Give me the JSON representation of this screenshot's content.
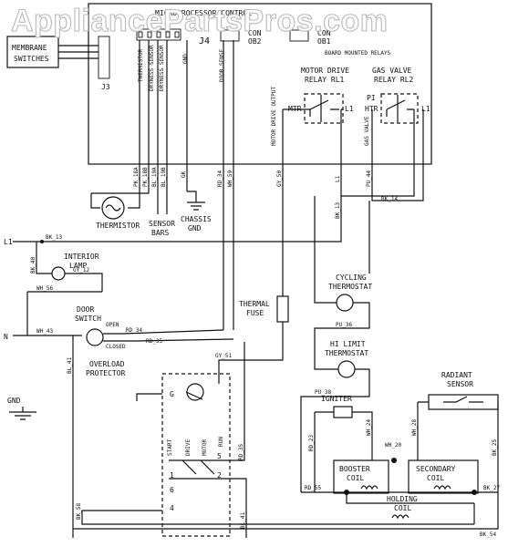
{
  "watermark": "AppliancePartsPros.com",
  "labels": {
    "microprocessor": "MICROPROCESSOR CONTROL",
    "membrane": "MEMBRANE",
    "switches": "SWITCHES",
    "j3": "J3",
    "j4": "J4",
    "conn_ob2": "CON",
    "ob2": "OB2",
    "conn_ob1": "CON",
    "ob1": "OB1",
    "board_relays": "BOARD MOUNTED RELAYS",
    "thermistor_pin": "THERMISTOR",
    "dryness1_pin": "DRYNESS SENSOR",
    "dryness2_pin": "DRYNESS SENSOR",
    "gnd_pin": "GND",
    "door_pin": "DOOR SENSE",
    "motor_relay_1": "MOTOR DRIVE",
    "motor_relay_2": "RELAY RL1",
    "gas_relay_1": "GAS VALVE",
    "gas_relay_2": "RELAY RL2",
    "mtr": "MTR",
    "l1_relay1": "L1",
    "pi": "PI",
    "htr": "HTR",
    "l1_relay2": "L1",
    "motor_drive_output": "MOTOR DRIVE OUTPUT",
    "gas_valve_v": "GAS VALVE",
    "thermistor": "THERMISTOR",
    "sensor": "SENSOR",
    "bars": "BARS",
    "chassis": "CHASSIS",
    "gnd_label": "GND",
    "l1": "L1",
    "n": "N",
    "interior": "INTERIOR",
    "lamp": "LAMP",
    "door": "DOOR",
    "switch": "SWITCH",
    "open": "OPEN",
    "closed": "CLOSED",
    "thermal": "THERMAL",
    "fuse": "FUSE",
    "cycling": "CYCLING",
    "thermostat": "THERMOSTAT",
    "hi_limit": "HI LIMIT",
    "thermostat2": "THERMOSTAT",
    "overload": "OVERLOAD",
    "protector": "PROTECTOR",
    "g": "G",
    "gnd": "GND",
    "start": "START",
    "drive": "DRIVE",
    "motor": "MOTOR",
    "run": "RUN",
    "radiant": "RADIANT",
    "sensor2": "SENSOR",
    "igniter": "IGNITER",
    "booster": "BOOSTER",
    "coil1": "COIL",
    "secondary": "SECONDARY",
    "coil2": "COIL",
    "holding": "HOLDING",
    "coil3": "COIL",
    "pin5": "5",
    "pin2": "2",
    "pin1": "1",
    "pin6": "6",
    "pin4": "4"
  },
  "wires": {
    "pk18a": "PK_18A",
    "pk18b": "PK_18B",
    "bl19a": "BL_19A",
    "bl19b": "BL_19B",
    "gk": "GK",
    "rd34a": "RD_34",
    "wh59": "WH_59",
    "gy50": "GY_50",
    "l1v": "L1",
    "bk13a": "BK_13",
    "pu44": "PU_44",
    "bk14": "BK_14",
    "bk13b": "BK_13",
    "bk40": "BK_40",
    "gy12": "GY_12",
    "wh56": "WH_56",
    "wh43": "WH_43",
    "rd34b": "RD_34",
    "bl41": "BL_41",
    "rd35": "RD_35",
    "pu36": "PU_36",
    "pu38": "PU_38",
    "gy51": "GY_51",
    "rd35b": "RD_35",
    "rd23": "RD_23",
    "wh24": "WH_24",
    "wh28": "WH_28",
    "wh20": "WH_20",
    "bk25": "BK_25",
    "rd55": "RD_55",
    "bk27": "BK_27",
    "bk58": "BK_58",
    "bl41b": "BL_41",
    "bk54": "BK_54"
  }
}
